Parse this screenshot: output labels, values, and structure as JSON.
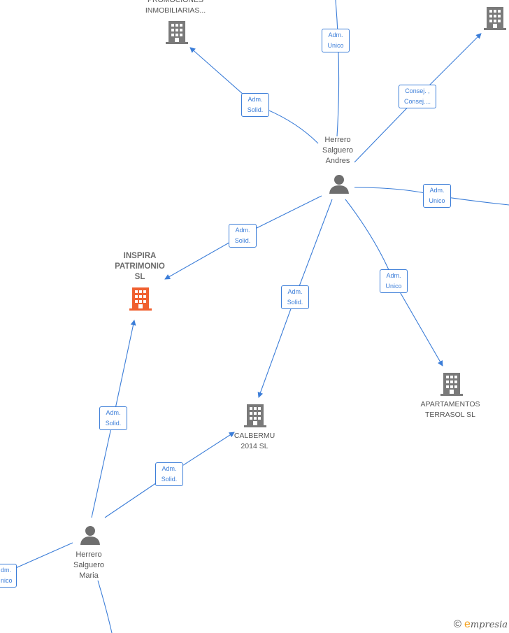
{
  "nodes": {
    "promociones": {
      "label": "PROMOCIONES\nINMOBILIARIAS...",
      "type": "company"
    },
    "top_right_company": {
      "label": "",
      "type": "company"
    },
    "herrero_andres": {
      "label": "Herrero\nSalguero\nAndres",
      "type": "person"
    },
    "inspira": {
      "label": "INSPIRA\nPATRIMONIO\nSL",
      "type": "company-focus"
    },
    "calbermu": {
      "label": "CALBERMU\n2014  SL",
      "type": "company"
    },
    "apartamentos": {
      "label": "APARTAMENTOS\nTERRASOL  SL",
      "type": "company"
    },
    "herrero_maria": {
      "label": "Herrero\nSalguero\nMaria",
      "type": "person"
    }
  },
  "edge_labels": {
    "andres_top": "Adm.\nUnico",
    "andres_promociones": "Adm.\nSolid.",
    "andres_topright": "Consej. ,\nConsej....",
    "andres_right": "Adm.\nUnico",
    "andres_inspira": "Adm.\nSolid.",
    "andres_calbermu": "Adm.\nSolid.",
    "andres_apartamentos": "Adm.\nUnico",
    "maria_inspira": "Adm.\nSolid.",
    "maria_calbermu": "Adm.\nSolid.",
    "maria_left": "dm.\nnico"
  },
  "colors": {
    "edge": "#3b7dd8",
    "company_icon": "#7a7a7a",
    "focus_icon": "#f06030",
    "person_icon": "#6e6e6e"
  },
  "brand": {
    "copyright": "©",
    "name": "mpresia",
    "initial": "e"
  }
}
